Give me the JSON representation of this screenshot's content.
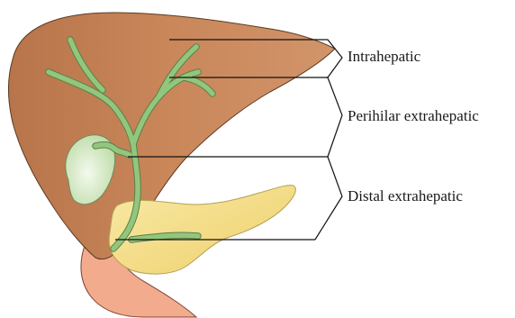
{
  "diagram": {
    "labels": {
      "intrahepatic": "Intrahepatic",
      "perihilar": "Perihilar extrahepatic",
      "distal": "Distal extrahepatic"
    },
    "colors": {
      "liver": "#c9875a",
      "liver_outline": "#5a3a24",
      "bile_duct": "#8fc07a",
      "gallbladder": "#d6ebc2",
      "pancreas": "#f4dc86",
      "duodenum": "#f0a889",
      "line": "#111111"
    }
  }
}
